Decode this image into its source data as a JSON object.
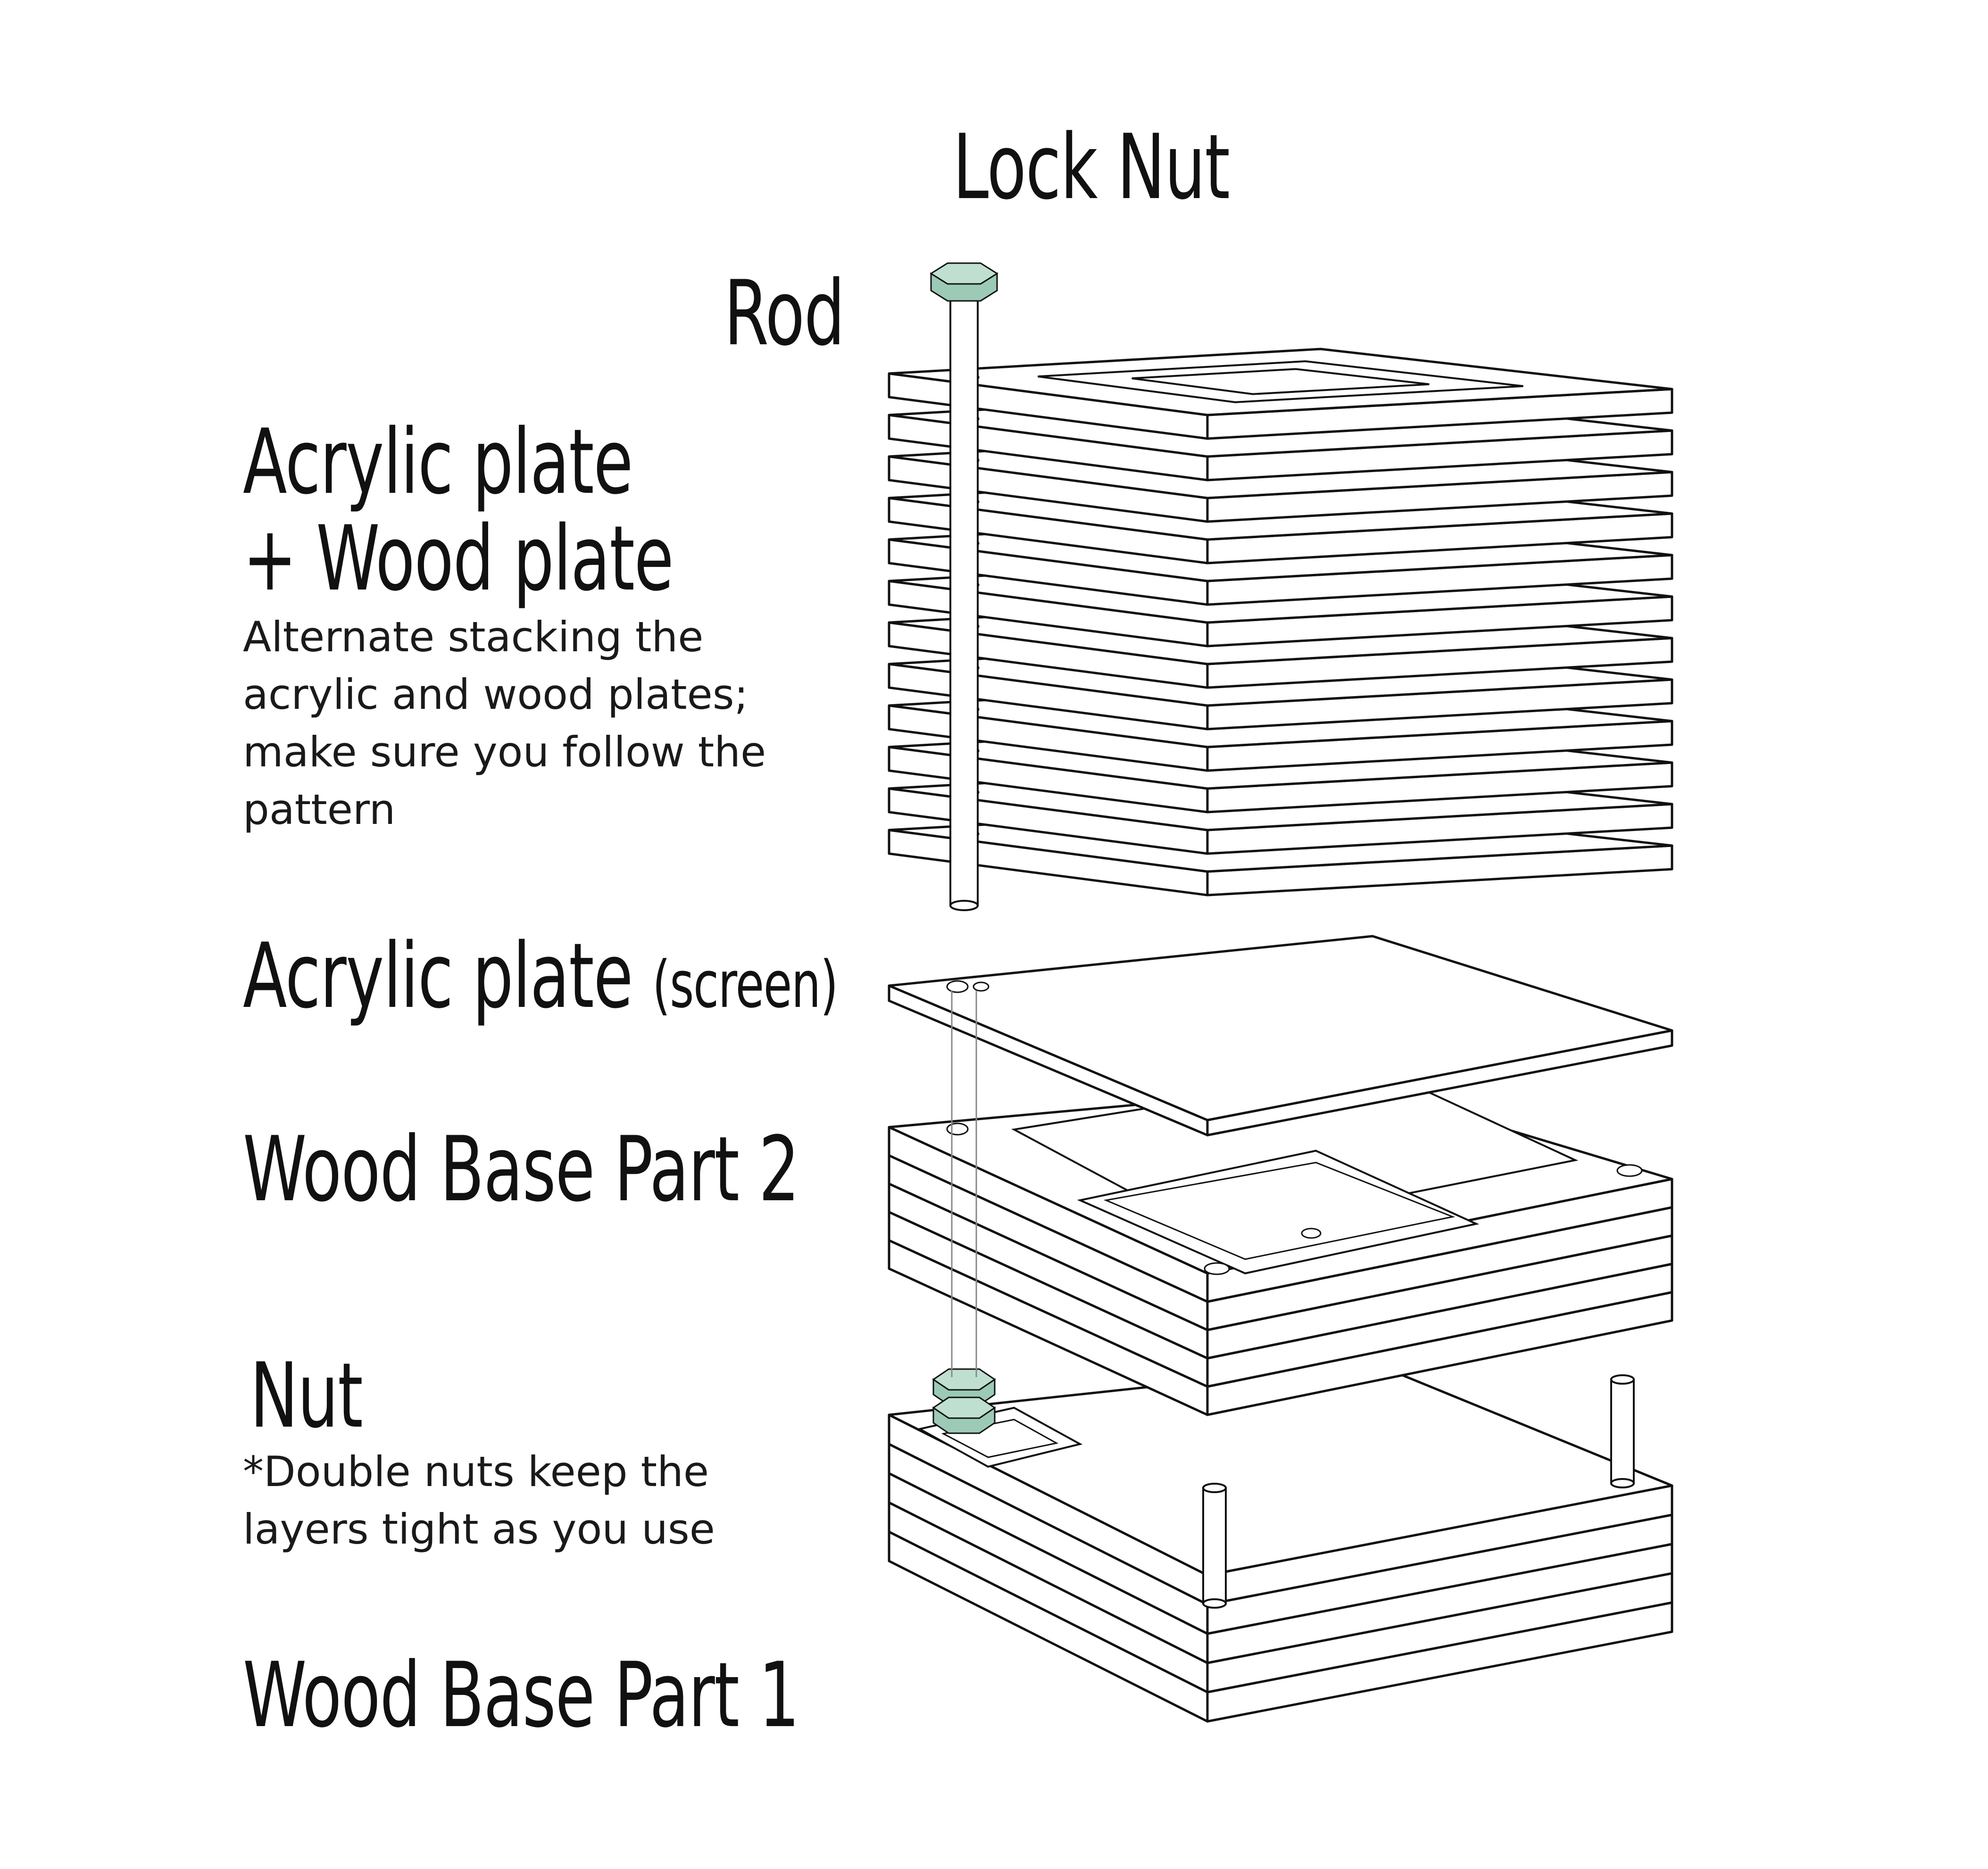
{
  "labels": {
    "lock_nut": "Lock Nut",
    "rod": "Rod",
    "stack_title_line1": "Acrylic plate",
    "stack_title_line2": "+ Wood plate",
    "stack_note_lines": [
      "Alternate stacking the",
      "acrylic and wood plates;",
      "make sure you follow the",
      "pattern"
    ],
    "screen_title": "Acrylic plate",
    "screen_qualifier": "(screen)",
    "base2_title": "Wood Base Part 2",
    "nut_title": "Nut",
    "nut_note_lines": [
      "*Double nuts keep the",
      "layers tight as you use"
    ],
    "base1_title": "Wood Base Part 1"
  },
  "colors": {
    "line": "#111111",
    "nut_fill": "#bfe0d0",
    "nut_fill_dark": "#9ccab6",
    "background": "#ffffff"
  }
}
